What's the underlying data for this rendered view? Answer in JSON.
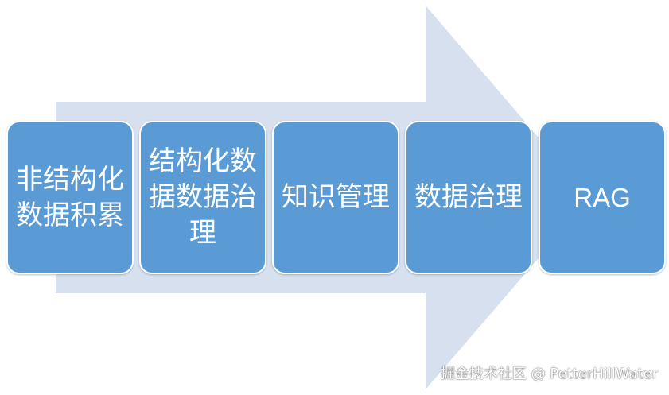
{
  "diagram": {
    "arrow_color": "#d6e0ee",
    "box_color": "#5b9bd5",
    "steps": [
      {
        "label": "非结构化数据积累"
      },
      {
        "label": "结构化数据数据治理"
      },
      {
        "label": "知识管理"
      },
      {
        "label": "数据治理"
      },
      {
        "label": "RAG"
      }
    ]
  },
  "watermark": {
    "text": "掘金技术社区 @ PetterHillWater"
  }
}
